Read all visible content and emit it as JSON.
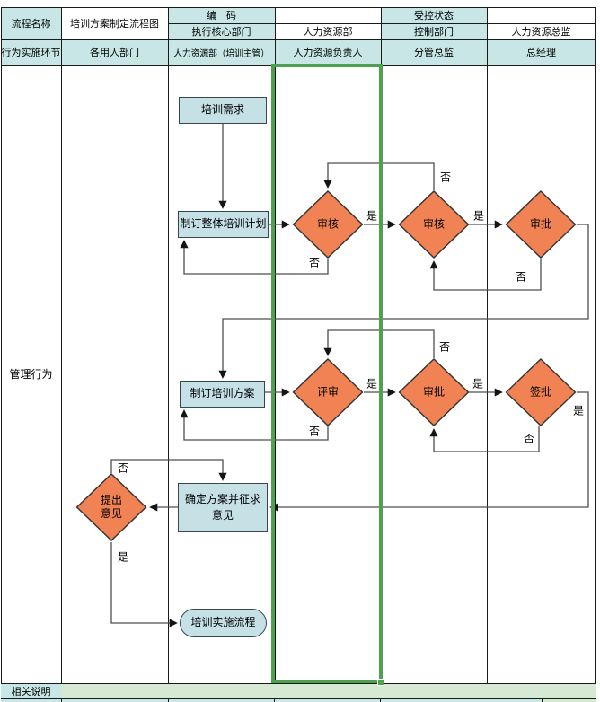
{
  "header": {
    "process_name_label": "流程名称",
    "process_name_value": "培训方案制定流程图",
    "code_label": "编　码",
    "code_value": "",
    "exec_dept_label": "执行核心部门",
    "exec_dept_value": "人力资源部",
    "status_label": "受控状态",
    "status_value": "",
    "control_dept_label": "控制部门",
    "control_dept_value": "人力资源总监",
    "stage_label": "行为实施环节",
    "lanes": [
      "各用人部门",
      "人力资源部（培训主管）",
      "人力资源负责人",
      "分管总监",
      "总经理"
    ]
  },
  "body": {
    "row_label": "管理行为"
  },
  "notes": {
    "label": "相关说明",
    "value": ""
  },
  "flow": {
    "start": "培训需求",
    "overall_plan": "制订整体培训计划",
    "review1": "审核",
    "review2": "审核",
    "approve1": "审批",
    "scheme": "制订培训方案",
    "evaluate": "评审",
    "approve2": "审批",
    "sign": "签批",
    "confirm": "确定方案并征求意见",
    "opinion": "提出意见",
    "end": "培训实施流程",
    "yes": "是",
    "no": "否"
  },
  "colors": {
    "header_fill": "#c7e6e5",
    "shape_fill": "#c5e1e6",
    "diamond_fill": "#f08254",
    "selection_green": "#4ea24f",
    "notes_fill": "#d6e9d2"
  }
}
